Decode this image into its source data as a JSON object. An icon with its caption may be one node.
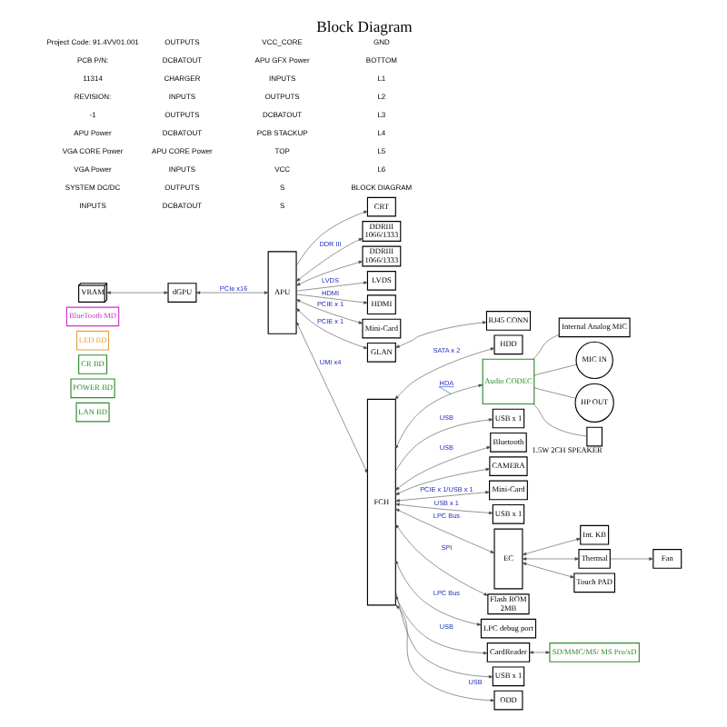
{
  "diagram": {
    "title": "Block Diagram",
    "nodes": [
      {
        "text": [
          "LAN BD"
        ]
      },
      {
        "text": [
          "POWER BD"
        ]
      },
      {
        "text": [
          "CR BD"
        ]
      },
      {
        "text": [
          "LED BD"
        ]
      },
      {
        "text": [
          "BlueTooth MD"
        ]
      },
      {
        "text": [
          "VRAM"
        ]
      },
      {
        "text": [
          "dGPU"
        ]
      },
      {
        "text": [
          "CRT"
        ]
      },
      {
        "text": [
          "APU"
        ]
      },
      {
        "text": [
          "DDRIII",
          "1066/1333"
        ]
      },
      {
        "text": [
          "DDRIII",
          "1066/1333"
        ]
      },
      {
        "text": [
          "LVDS"
        ]
      },
      {
        "text": [
          "HDMI"
        ]
      },
      {
        "text": [
          "Mini-Card"
        ]
      },
      {
        "text": [
          "RJ45 CONN"
        ]
      },
      {
        "text": [
          "GLAN"
        ]
      },
      {
        "text": [
          "USB x 1"
        ]
      },
      {
        "text": [
          "FCH"
        ]
      },
      {
        "text": [
          "Bluetooth"
        ]
      },
      {
        "text": [
          "CAMERA"
        ]
      },
      {
        "text": [
          "Mini-Card"
        ]
      },
      {
        "text": [
          "USB x 1"
        ]
      },
      {
        "text": [
          "HDD"
        ]
      },
      {
        "text": [
          "ODD"
        ]
      },
      {
        "text": [
          "LPC debug port"
        ]
      },
      {
        "text": [
          "CardReader"
        ]
      },
      {
        "text": [
          "SD/MMC/MS/ MS Pro/xD"
        ]
      },
      {
        "text": [
          "USB x 1"
        ]
      },
      {
        "text": [
          "Audio CODEC"
        ]
      },
      {
        "text": [
          "Internal Analog MIC"
        ]
      },
      {
        "text": [
          "MIC IN"
        ]
      },
      {
        "text": [
          "HP OUT"
        ]
      },
      {
        "text": [],
        "shape": "box",
        "beside": [
          "1.5W 2CH SPEAKER"
        ]
      },
      {
        "text": [
          "EC"
        ]
      },
      {
        "text": [
          "Flash ROM",
          "2MB"
        ]
      },
      {
        "text": [
          "Touch PAD"
        ]
      },
      {
        "text": [
          "Int. KB"
        ]
      },
      {
        "text": [
          "Thermal"
        ]
      },
      {
        "text": [
          "Fan"
        ]
      }
    ],
    "edges": [
      {
        "from": 5,
        "to": 6,
        "arrow": "both"
      },
      {
        "from": 6,
        "to": 8,
        "label": "PCIe x16",
        "arrow": "both"
      },
      {
        "from": 8,
        "to": 7,
        "arrow": "to"
      },
      {
        "from": 8,
        "to": 9,
        "label": "DDR III",
        "arrow": "both"
      },
      {
        "from": 8,
        "to": 10,
        "arrow": "both"
      },
      {
        "from": 8,
        "to": 11,
        "label": "LVDS",
        "arrow": "to"
      },
      {
        "from": 8,
        "to": 12,
        "label": "HDMI",
        "arrow": "to"
      },
      {
        "from": 8,
        "to": 13,
        "label": "PCIE x 1",
        "arrow": "both"
      },
      {
        "from": 14,
        "to": 15,
        "arrow": "both"
      },
      {
        "from": 8,
        "to": 15,
        "label": "PCIE x 1",
        "arrow": "both"
      },
      {
        "from": 8,
        "to": 17,
        "label": "UMI x4",
        "arrow": "both"
      },
      {
        "from": 17,
        "to": 16,
        "label": "USB",
        "arrow": "to"
      },
      {
        "from": 17,
        "to": 18,
        "label": "USB",
        "arrow": "both"
      },
      {
        "from": 17,
        "to": 19,
        "arrow": "both"
      },
      {
        "from": 17,
        "to": 20,
        "label": "PCIE x 1/USB x 1",
        "arrow": "both"
      },
      {
        "from": 17,
        "to": 21,
        "label": "USB x 1",
        "arrow": "both"
      },
      {
        "from": 17,
        "to": 22,
        "label": "SATA x 2",
        "arrow": "both"
      },
      {
        "from": 17,
        "to": 23,
        "arrow": "both"
      },
      {
        "from": 17,
        "to": 24,
        "label": "LPC Bus",
        "arrow": "both"
      },
      {
        "from": 17,
        "to": 25,
        "label": "USB",
        "arrow": "both"
      },
      {
        "from": 25,
        "to": 26,
        "arrow": "both"
      },
      {
        "from": 17,
        "to": 27,
        "label": "USB",
        "arrow": "to"
      },
      {
        "from": 17,
        "to": 28,
        "label": "HDA",
        "arrow": "both"
      },
      {
        "from": 28,
        "to": 29,
        "arrow": "none"
      },
      {
        "from": 28,
        "to": 30,
        "arrow": "none"
      },
      {
        "from": 28,
        "to": 31,
        "arrow": "none"
      },
      {
        "from": 28,
        "to": 32,
        "arrow": "none"
      },
      {
        "from": 17,
        "to": 33,
        "label": "LPC Bus",
        "arrow": "both"
      },
      {
        "from": 17,
        "to": 34,
        "label": "SPI",
        "arrow": "both"
      },
      {
        "from": 33,
        "to": 35,
        "arrow": "both"
      },
      {
        "from": 33,
        "to": 36,
        "arrow": "both"
      },
      {
        "from": 33,
        "to": 37,
        "arrow": "both"
      },
      {
        "from": 37,
        "to": 38,
        "arrow": "to"
      }
    ],
    "labels": [
      "Project Code: 91.4VV01.001",
      "PCB P/N:",
      "11314",
      "REVISION:",
      "-1",
      "APU Power",
      "VGA CORE Power",
      "VGA Power",
      "SYSTEM DC/DC",
      "INPUTS",
      "OUTPUTS",
      "DCBATOUT",
      "CHARGER",
      "INPUTS",
      "OUTPUTS",
      "DCBATOUT",
      "APU CORE Power",
      "INPUTS",
      "OUTPUTS",
      "DCBATOUT",
      "VCC_CORE",
      "APU GFX Power",
      "INPUTS",
      "OUTPUTS",
      "DCBATOUT",
      "PCB STACKUP",
      "TOP",
      "VCC",
      "S",
      "S",
      "GND",
      "BOTTOM",
      "L1",
      "L2",
      "L3",
      "L4",
      "L5",
      "L6",
      "BLOCK DIAGRAM"
    ]
  }
}
